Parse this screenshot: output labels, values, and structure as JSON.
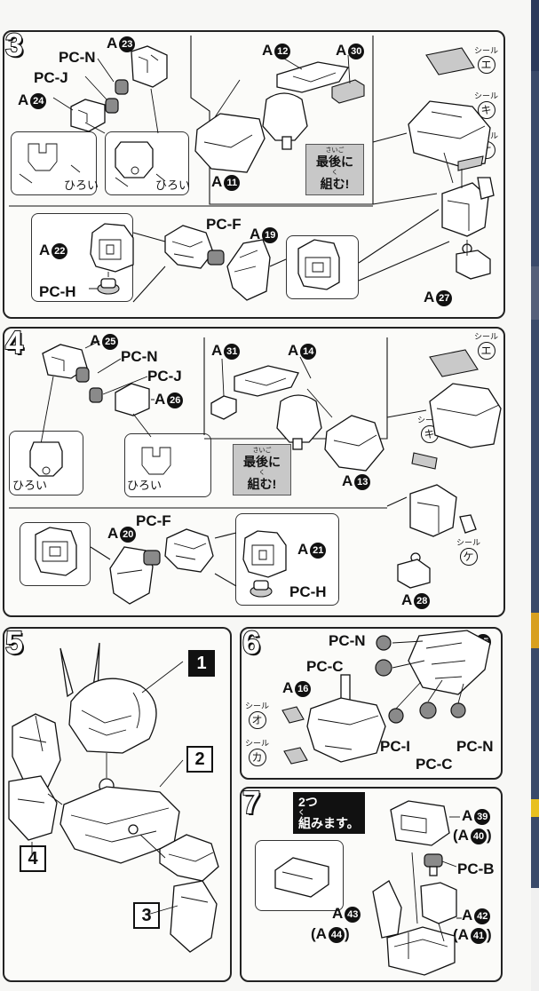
{
  "steps": [
    {
      "num": "3"
    },
    {
      "num": "4"
    },
    {
      "num": "5"
    },
    {
      "num": "6"
    },
    {
      "num": "7"
    }
  ],
  "labels": {
    "a": "A",
    "pc_n": "PC-N",
    "pc_j": "PC-J",
    "pc_f": "PC-F",
    "pc_h": "PC-H",
    "pc_c": "PC-C",
    "pc_i": "PC-I",
    "pc_b": "PC-B",
    "wide": "ひろい",
    "seal": "シール",
    "last_assemble_ruby1": "さいご",
    "last_assemble_line1": "最後に",
    "last_assemble_ruby2": "く",
    "last_assemble_line2": "組む!",
    "make_two_line1": "2つ",
    "make_two_ruby": "く",
    "make_two_line2": "組みます。"
  },
  "part_numbers": {
    "n11": "11",
    "n12": "12",
    "n13": "13",
    "n14": "14",
    "n15": "15",
    "n16": "16",
    "n19": "19",
    "n20": "20",
    "n21": "21",
    "n22": "22",
    "n23": "23",
    "n24": "24",
    "n25": "25",
    "n26": "26",
    "n27": "27",
    "n28": "28",
    "n30": "30",
    "n31": "31",
    "n39": "39",
    "n40": "40",
    "n41": "41",
    "n42": "42",
    "n43": "43",
    "n44": "44"
  },
  "seals": {
    "e": "エ",
    "ki": "キ",
    "ke": "ケ",
    "o": "オ",
    "ka": "カ"
  },
  "sub_assemblies": {
    "s1": "1",
    "s2": "2",
    "s3": "3",
    "s4": "4"
  },
  "colors": {
    "ink": "#111111",
    "paper": "#f7f7f5",
    "note_gray": "#c8c8c8"
  }
}
